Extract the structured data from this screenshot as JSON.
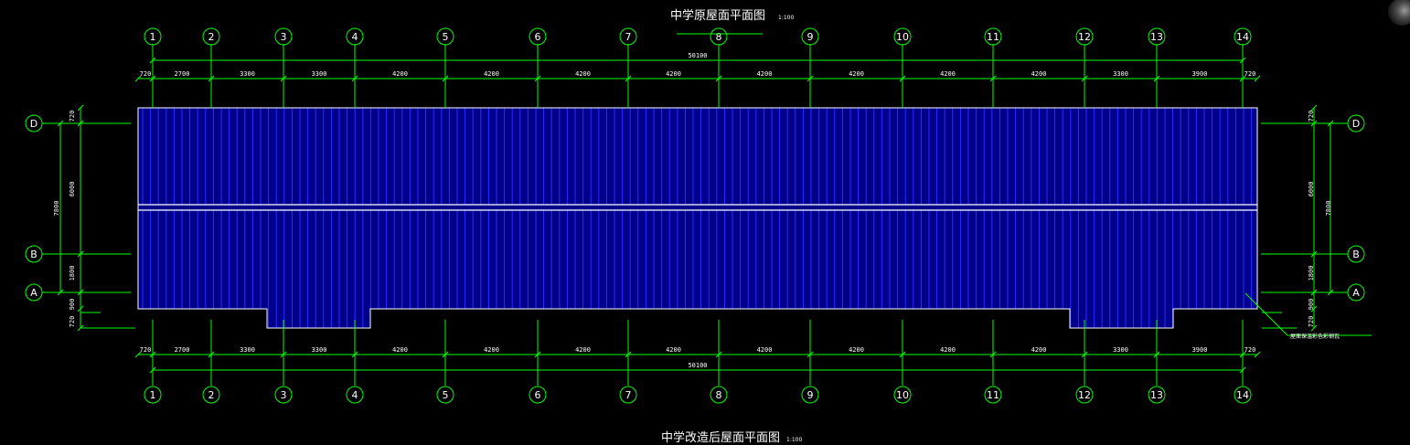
{
  "top_plan": {
    "title": "中学原屋面平面图",
    "scale": "1:100",
    "total_dim": "50100",
    "spans": [
      "720",
      "2700",
      "3300",
      "3300",
      "4200",
      "4200",
      "4200",
      "4200",
      "4200",
      "4200",
      "4200",
      "4200",
      "3300",
      "3900",
      "720"
    ]
  },
  "bottom_plan": {
    "title": "中学改造后屋面平面图",
    "scale": "1:100",
    "total_dim": "50100",
    "spans": [
      "720",
      "2700",
      "3300",
      "3300",
      "4200",
      "4200",
      "4200",
      "4200",
      "4200",
      "4200",
      "4200",
      "4200",
      "3300",
      "3900",
      "720"
    ]
  },
  "col_axes": [
    "1",
    "2",
    "3",
    "4",
    "5",
    "6",
    "7",
    "8",
    "9",
    "10",
    "11",
    "12",
    "13",
    "14"
  ],
  "row_axes": [
    "D",
    "B",
    "A"
  ],
  "left_dims": {
    "total": "7800",
    "d_b": "6000",
    "b_a": "1800",
    "top": "720",
    "a_low1": "900",
    "a_low2": "720"
  },
  "right_dims": {
    "total": "7800",
    "d_b": "6000",
    "b_a": "1800",
    "top": "720",
    "a_low1": "900",
    "a_low2": "720"
  },
  "annotation": "屋面保温彩色彩钢瓦",
  "colors": {
    "background": "#000000",
    "axis_lines": "#00ff00",
    "roof_fill": "#00008a",
    "roof_ribs": "#2c2cff",
    "outline": "#ffffff",
    "text": "#ffffff"
  }
}
